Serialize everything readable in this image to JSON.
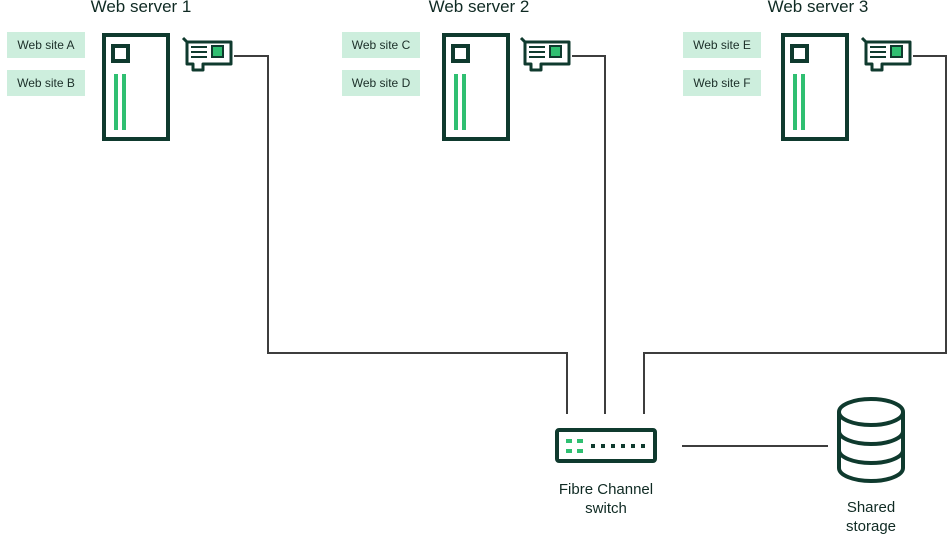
{
  "servers": [
    {
      "title": "Web server 1",
      "sites": [
        "Web site A",
        "Web site B"
      ]
    },
    {
      "title": "Web server 2",
      "sites": [
        "Web site C",
        "Web site D"
      ]
    },
    {
      "title": "Web server 3",
      "sites": [
        "Web site E",
        "Web site F"
      ]
    }
  ],
  "switch": {
    "label_line1": "Fibre Channel",
    "label_line2": "switch"
  },
  "storage": {
    "label_line1": "Shared",
    "label_line2": "storage"
  },
  "colors": {
    "outline": "#0f3a2e",
    "accent_green": "#2fbf71",
    "site_fill": "#cdeedd",
    "cable": "#3d3d3d"
  },
  "icons": {
    "server": "server-tower-icon",
    "card": "network-card-icon",
    "switch": "fibre-switch-icon",
    "storage": "database-icon"
  }
}
